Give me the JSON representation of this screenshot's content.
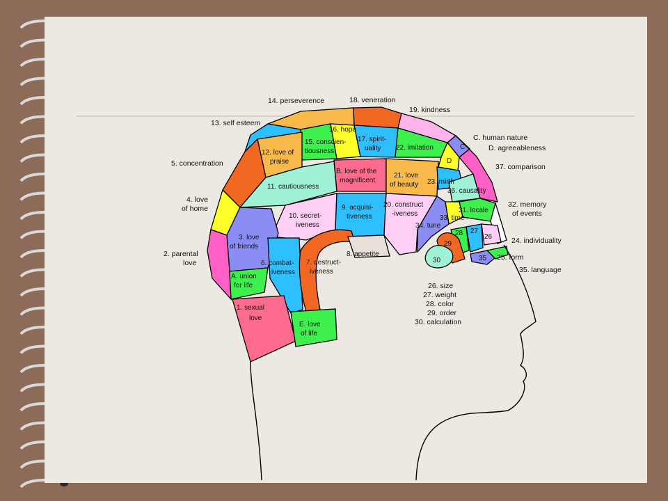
{
  "labels": {
    "l14": "14. perseverence",
    "l18": "18. veneration",
    "l19": "19. kindness",
    "l13": "13. self esteem",
    "lC": "C. human nature",
    "lD": "D. agreeableness",
    "l5": "5. concentration",
    "l37": "37. comparison",
    "l4a": "4. love",
    "l4b": "of home",
    "l32a": "32. memory",
    "l32b": "of events",
    "l2a": "2. parental",
    "l2b": "love",
    "l24": "24. individuality",
    "l25": "25. form",
    "l35": "35. language",
    "l26": "26. size",
    "l27": "27. weight",
    "l28": "28. color",
    "l29": "29. order",
    "l30": "30. calculation"
  },
  "regions": {
    "r16": "16. hope",
    "r15a": "15. conscien-",
    "r15b": "tiousness",
    "r17a": "17. spirit-",
    "r17b": "uality",
    "r22": "22. imitation",
    "rC": "C",
    "rD": "D",
    "r12a": "12. love of",
    "r12b": "praise",
    "rBa": "B. love of the",
    "rBb": "magnificent",
    "r21a": "21. love",
    "r21b": "of beauty",
    "r23": "23. mirth",
    "r36": "36. causality",
    "r11": "11. cautiousness",
    "r10a": "10. secret-",
    "r10b": "iveness",
    "r9a": "9. acquisi-",
    "r9b": "tiveness",
    "r20a": "20. construct",
    "r20b": "-iveness",
    "r31": "31. locale",
    "r33": "33. time",
    "r34": "34. tune",
    "r3a": "3. love",
    "r3b": "of friends",
    "r6a": "6. combat-",
    "r6b": "iveness",
    "r7a": "7. destruct-",
    "r7b": "iveness",
    "r8": "8. appetite",
    "r28": "28",
    "r27": "27",
    "r26": "26",
    "r29": "29",
    "r30": "30",
    "r35": "35",
    "rAa": "A. union",
    "rAb": "for life",
    "r1a": "1. sexual",
    "r1b": "love",
    "rEa": "E. love",
    "rEb": "of life"
  }
}
